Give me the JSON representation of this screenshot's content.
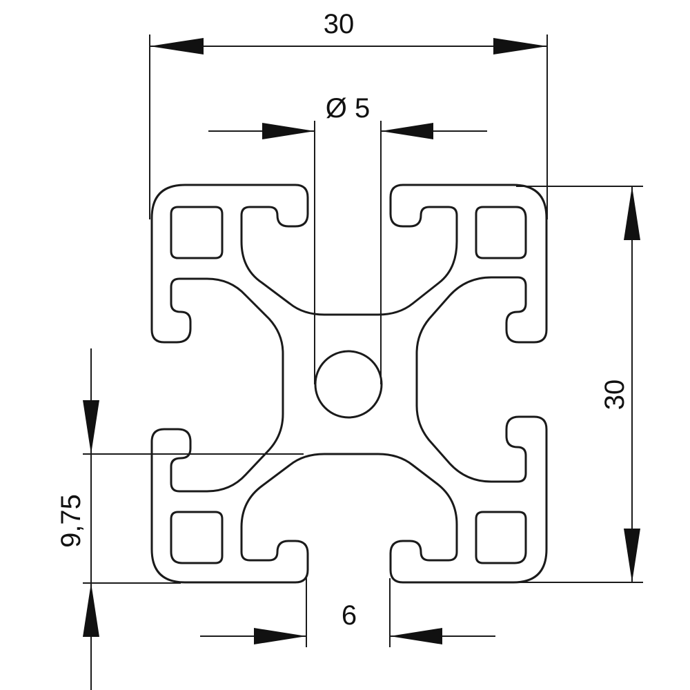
{
  "drawing": {
    "width_label": "30",
    "height_label": "30",
    "bore_label": "Ø 5",
    "slot_label": "6",
    "offset_label": "9,75"
  },
  "colors": {
    "line": "#1a1a1a",
    "background": "#ffffff"
  }
}
